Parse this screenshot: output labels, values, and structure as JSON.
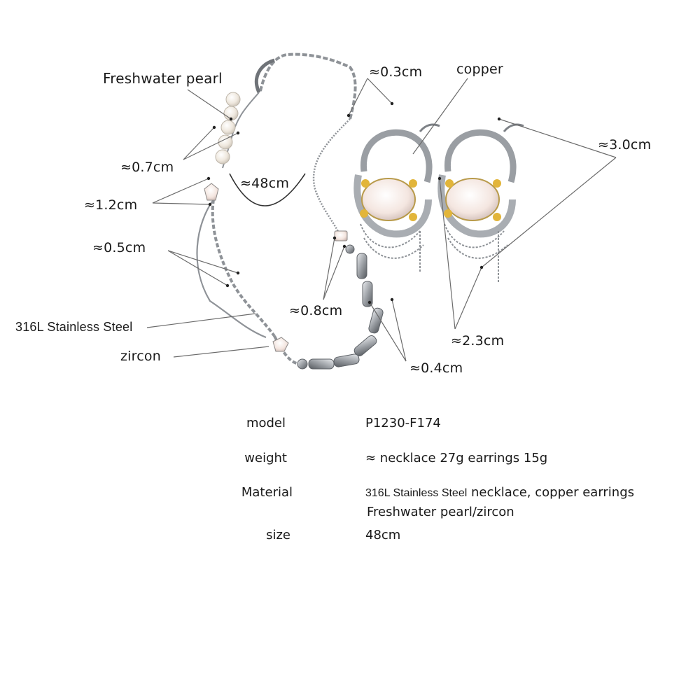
{
  "labels": {
    "freshwater_pearl": "Freshwater pearl",
    "pearl_size": "≈0.7cm",
    "zircon_size_top": "≈1.2cm",
    "chain_size_left": "≈0.5cm",
    "steel": "316L Stainless Steel",
    "zircon": "zircon",
    "length": "≈48cm",
    "chain_size_top": "≈0.3cm",
    "zircon_size_mid": "≈0.8cm",
    "tube_size": "≈0.4cm",
    "copper": "copper",
    "earring_height": "≈3.0cm",
    "earring_width": "≈2.3cm"
  },
  "specs": {
    "model_key": "model",
    "model_val": "P1230-F174",
    "weight_key": "weight",
    "weight_val": "≈ necklace 27g earrings 15g",
    "material_key": "Material",
    "material_val_part1": "316L Stainless Steel",
    "material_val_part2": " necklace, copper earrings",
    "material_val_line2": "Freshwater pearl/zircon",
    "size_key": "size",
    "size_val": "48cm"
  },
  "colors": {
    "metal": "#9a9ea3",
    "metal_dark": "#5d6166",
    "gold": "#e2b53a",
    "pearl": "#f1ece4",
    "leader": "#6b6b6b"
  }
}
